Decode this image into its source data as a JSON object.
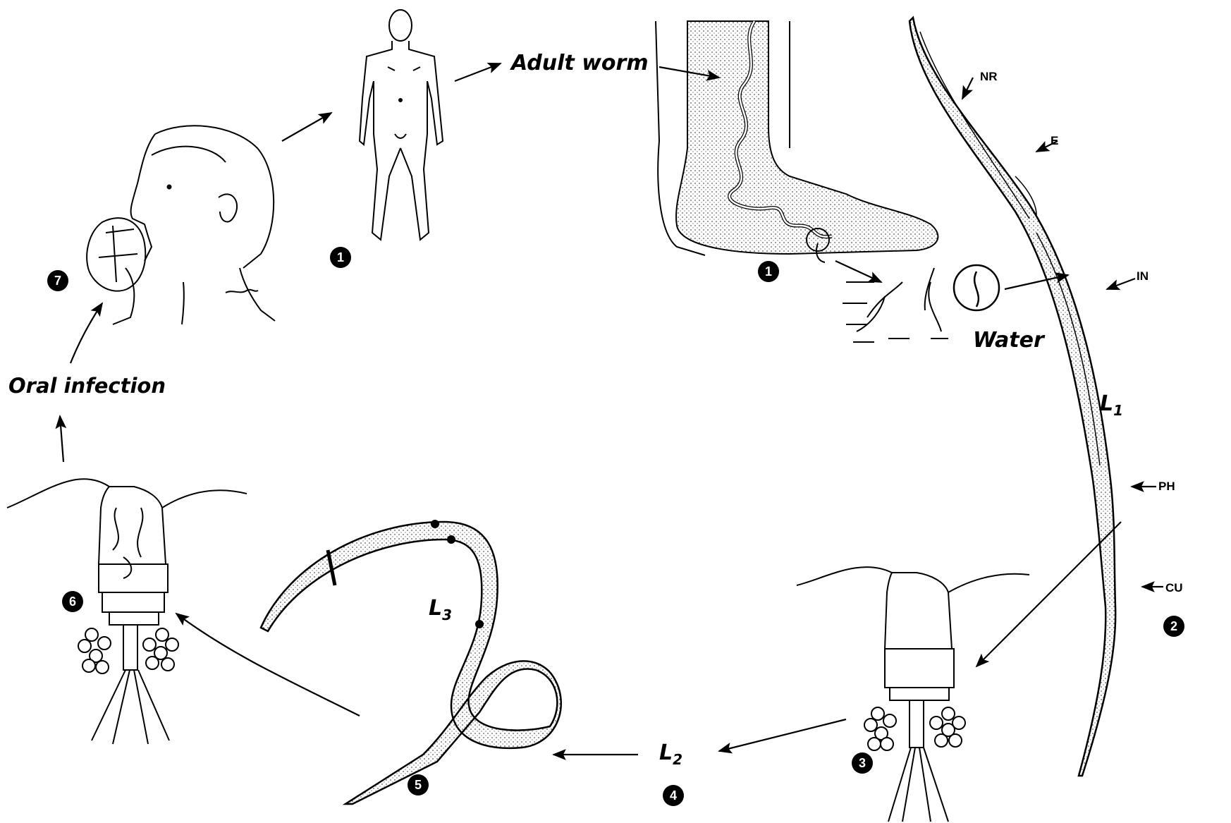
{
  "labels": {
    "adult_worm": "Adult worm",
    "water": "Water",
    "oral_infection": "Oral infection"
  },
  "stages": {
    "l1": {
      "letter": "L",
      "sub": "1"
    },
    "l2": {
      "letter": "L",
      "sub": "2"
    },
    "l3": {
      "letter": "L",
      "sub": "3"
    }
  },
  "anatomy": {
    "nr": "NR",
    "e": "E",
    "in": "IN",
    "ph": "PH",
    "cu": "CU"
  },
  "steps": {
    "s1_human": "1",
    "s1_foot": "1",
    "s2": "2",
    "s3": "3",
    "s4": "4",
    "s5": "5",
    "s6": "6",
    "s7": "7"
  }
}
